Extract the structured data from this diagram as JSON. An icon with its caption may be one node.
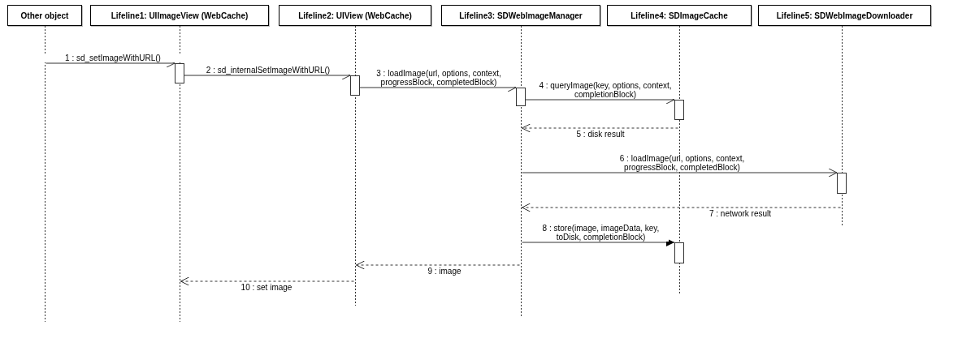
{
  "diagram": {
    "nodes": [
      {
        "text": [
          "Other object"
        ]
      },
      {
        "text": [
          "Lifeline1: UIImageView (WebCache)"
        ]
      },
      {
        "text": [
          "Lifeline2: UIView (WebCache)"
        ]
      },
      {
        "text": [
          "Lifeline3: SDWebImageManager"
        ]
      },
      {
        "text": [
          "Lifeline4: SDImageCache"
        ]
      },
      {
        "text": [
          "Lifeline5: SDWebImageDownloader"
        ]
      },
      {
        "text": [],
        "shape": "line"
      },
      {
        "text": [],
        "shape": "line"
      },
      {
        "text": [],
        "shape": "line"
      },
      {
        "text": [],
        "shape": "line"
      },
      {
        "text": [],
        "shape": "line"
      },
      {
        "text": [],
        "shape": "line"
      },
      {
        "text": [],
        "shape": "bar"
      },
      {
        "text": [],
        "shape": "bar"
      },
      {
        "text": [],
        "shape": "bar"
      },
      {
        "text": [],
        "shape": "bar"
      },
      {
        "text": [],
        "shape": "bar"
      },
      {
        "text": [],
        "shape": "bar"
      }
    ],
    "edges": [
      {
        "from": 6,
        "to": 12,
        "arrow": "to",
        "label": "1 : sd_setImageWithURL()"
      },
      {
        "from": 12,
        "to": 13,
        "arrow": "to",
        "label": "2 : sd_internalSetImageWithURL()"
      },
      {
        "from": 13,
        "to": 14,
        "arrow": "to",
        "label": "3 : loadImage(url, options, context, progressBlock, completedBlock)"
      },
      {
        "from": 14,
        "to": 15,
        "arrow": "to",
        "label": "4 : queryImage(key, options, context, completionBlock)"
      },
      {
        "from": 10,
        "to": 9,
        "arrow": "to",
        "label": "5 : disk result",
        "style": "dashed"
      },
      {
        "from": 9,
        "to": 16,
        "arrow": "to",
        "label": "6 : loadImage(url, options, context, progressBlock, completedBlock)"
      },
      {
        "from": 11,
        "to": 9,
        "arrow": "to",
        "label": "7 : network result",
        "style": "dashed"
      },
      {
        "from": 9,
        "to": 17,
        "arrow": "to",
        "label": "8 : store(image, imageData, key, toDisk, completionBlock)"
      },
      {
        "from": 9,
        "to": 8,
        "arrow": "to",
        "label": "9 : image",
        "style": "dashed"
      },
      {
        "from": 8,
        "to": 7,
        "arrow": "to",
        "label": "10 : set image",
        "style": "dashed"
      }
    ]
  }
}
